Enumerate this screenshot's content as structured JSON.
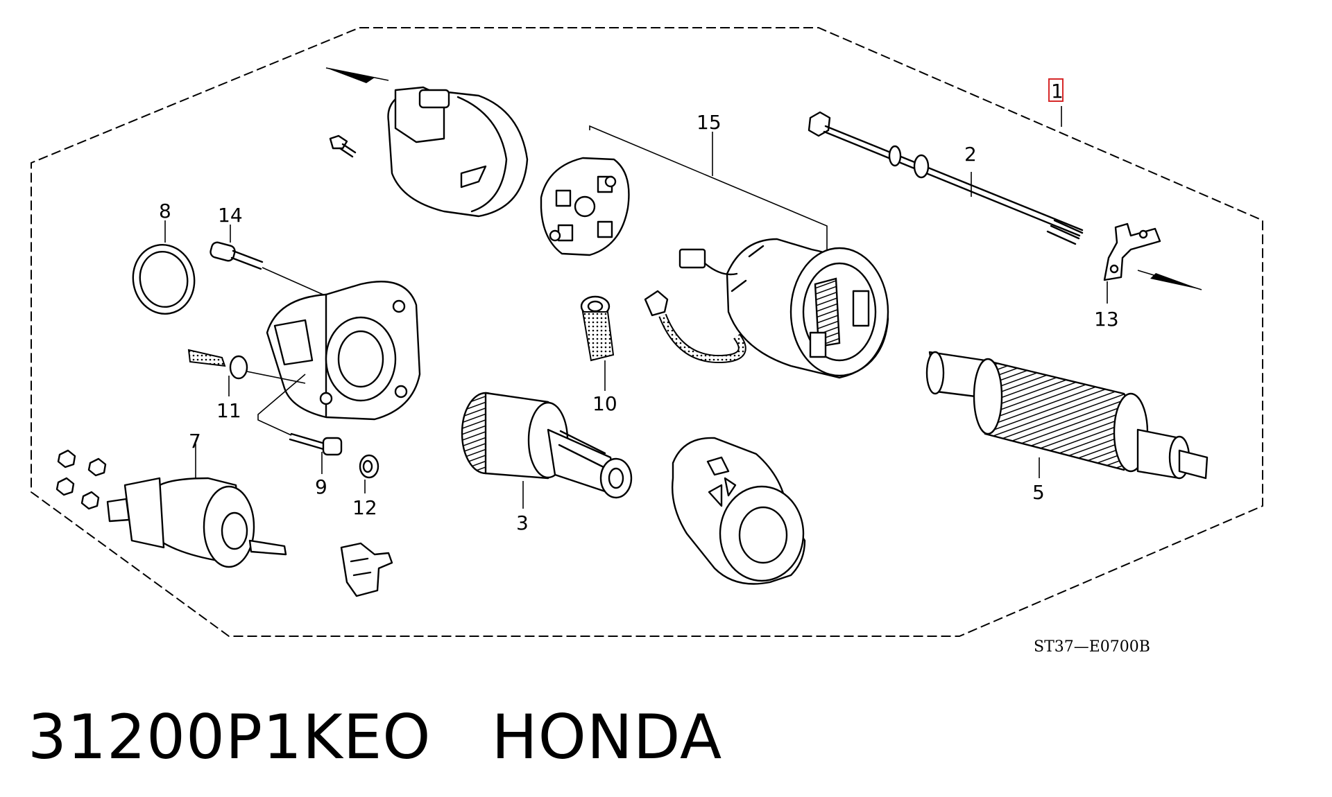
{
  "diagram": {
    "callouts": [
      "1",
      "2",
      "3",
      "5",
      "7",
      "8",
      "9",
      "10",
      "11",
      "12",
      "13",
      "14",
      "15"
    ],
    "drawing_code": "ST37—E0700B",
    "highlight_color": "#d62728"
  },
  "caption": "31200P1KEO   HONDA"
}
